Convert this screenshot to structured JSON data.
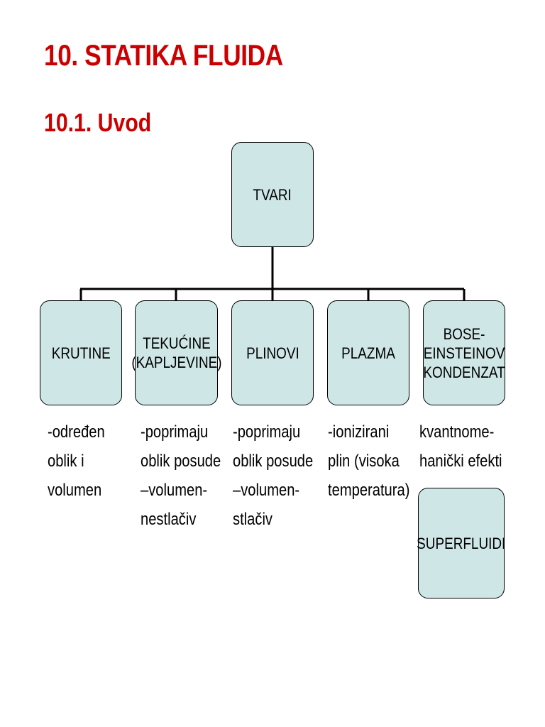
{
  "page": {
    "title": "10. STATIKA FLUIDA",
    "subtitle": "10.1. Uvod"
  },
  "colors": {
    "heading": "#cc0000",
    "box_fill": "#cfe6e6",
    "line": "#000000"
  },
  "diagram": {
    "root": {
      "label": "TVARI"
    },
    "children": [
      {
        "label": "KRUTINE",
        "description": "-određen\noblik i\nvolumen"
      },
      {
        "label": "TEKUĆINE\n(KAPLJEVINE)",
        "description": "-poprimaju\noblik posude\n–volumen-\nnestlačiv"
      },
      {
        "label": "PLINOVI",
        "description": "-poprimaju\noblik posude\n–volumen-\nstlačiv"
      },
      {
        "label": "PLAZMA",
        "description": "-ionizirani\nplin (visoka\ntemperatura)"
      },
      {
        "label": "BOSE-\nEINSTEINOV\nKONDENZAT",
        "description": "kvantnome-\nhanički efekti"
      }
    ],
    "extra": {
      "label": "SUPERFLUIDI"
    }
  }
}
